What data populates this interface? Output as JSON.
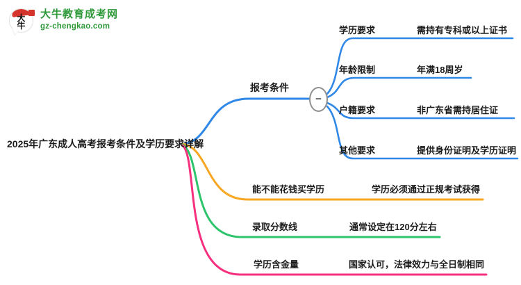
{
  "logo": {
    "seal_char_top": "大",
    "seal_char_bottom": "牛",
    "title": "大牛教育成考网",
    "domain": "gz-chengkao.com"
  },
  "central": {
    "title": "2025年广东成人高考报考条件及学历要求详解"
  },
  "branches": {
    "apply": {
      "label": "报考条件",
      "collapse_glyph": "−",
      "children": [
        {
          "label": "学历要求",
          "value": "需持有专科或以上证书"
        },
        {
          "label": "年龄限制",
          "value": "年满18周岁"
        },
        {
          "label": "户籍要求",
          "value": "非广东省需持居住证"
        },
        {
          "label": "其他要求",
          "value": "提供身份证明及学历证明"
        }
      ]
    },
    "buy": {
      "label": "能不能花钱买学历",
      "value": "学历必须通过正规考试获得"
    },
    "score": {
      "label": "录取分数线",
      "value": "通常设定在120分左右"
    },
    "worth": {
      "label": "学历含金量",
      "value": "国家认可，法律效力与全日制相同"
    }
  },
  "colors": {
    "branch_blue": "#2f88e7",
    "branch_orange": "#f7a722",
    "branch_green": "#2ec46b",
    "branch_pink": "#f5307e",
    "logo_green": "#2e9939",
    "seal_red": "#d4342c",
    "text": "#1c1c1c",
    "collapse_border": "#8f8f8f"
  }
}
